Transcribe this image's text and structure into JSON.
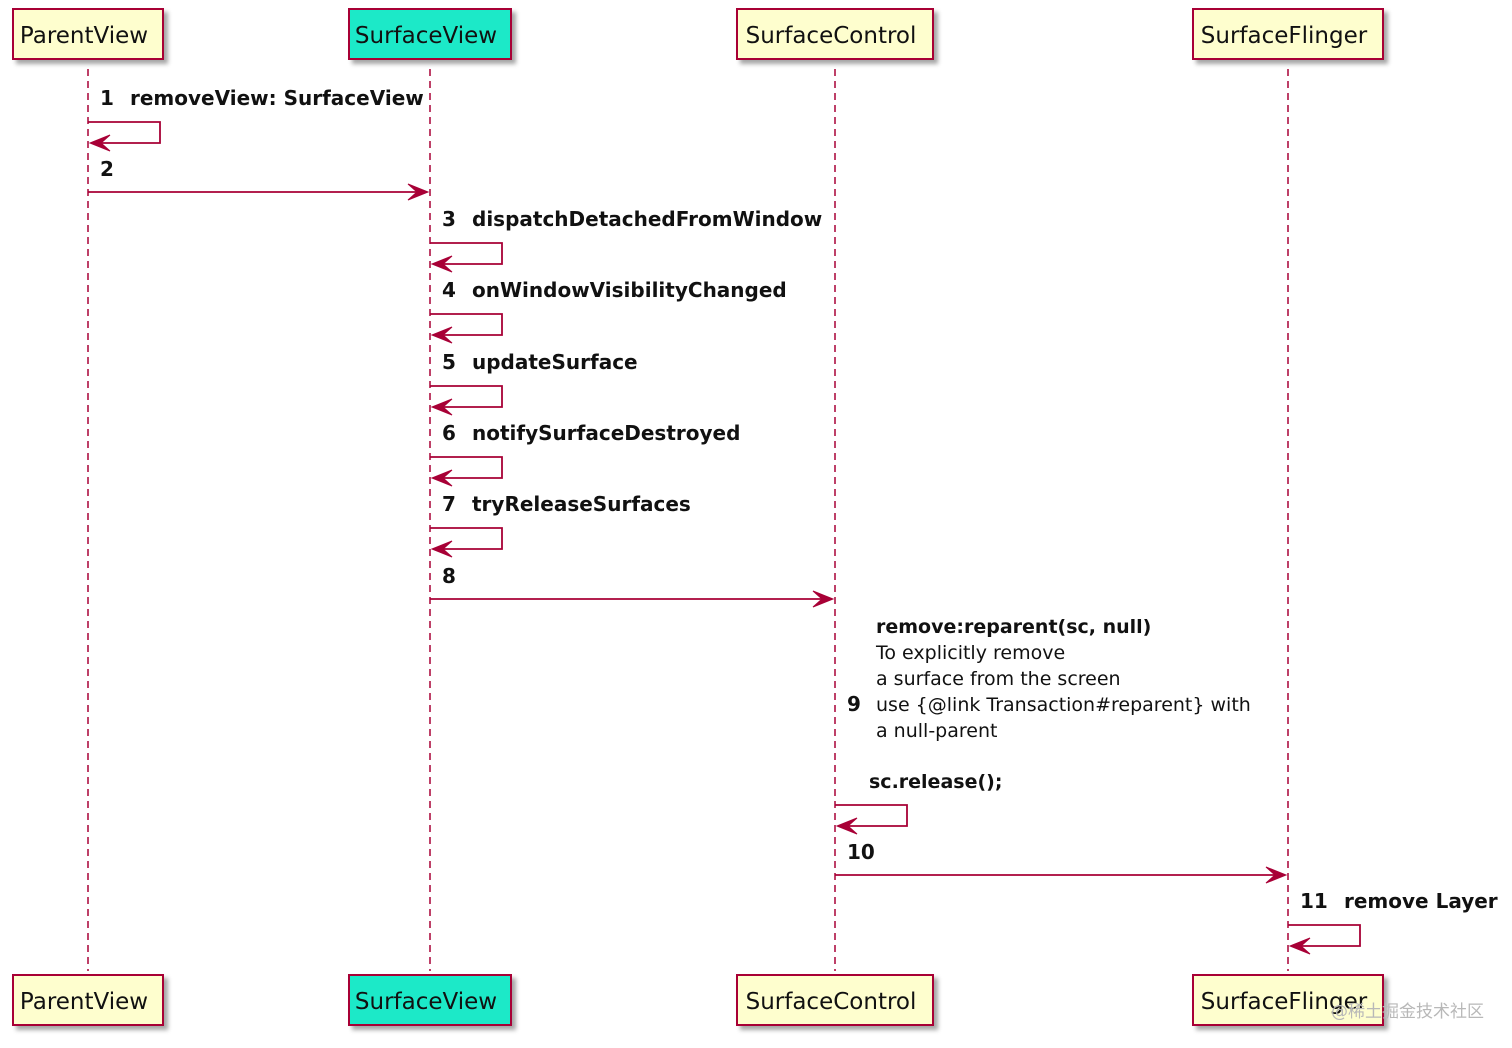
{
  "colors": {
    "participant_fill": "#fefece",
    "participant_highlight_fill": "#1de9c8",
    "participant_border": "#a80036",
    "lifeline": "#a80036",
    "arrow": "#a80036",
    "text": "#111111"
  },
  "participants": [
    {
      "id": "parentview",
      "label": "ParentView",
      "highlight": false
    },
    {
      "id": "surfaceview",
      "label": "SurfaceView",
      "highlight": true
    },
    {
      "id": "surfacecontrol",
      "label": "SurfaceControl",
      "highlight": false
    },
    {
      "id": "surfaceflinger",
      "label": "SurfaceFlinger",
      "highlight": false
    }
  ],
  "messages": [
    {
      "num": "1",
      "from": "parentview",
      "to": "parentview",
      "lines": [
        "removeView: SurfaceView"
      ],
      "bold": [
        true
      ]
    },
    {
      "num": "2",
      "from": "parentview",
      "to": "surfaceview",
      "lines": [],
      "bold": []
    },
    {
      "num": "3",
      "from": "surfaceview",
      "to": "surfaceview",
      "lines": [
        "dispatchDetachedFromWindow"
      ],
      "bold": [
        true
      ]
    },
    {
      "num": "4",
      "from": "surfaceview",
      "to": "surfaceview",
      "lines": [
        "onWindowVisibilityChanged"
      ],
      "bold": [
        true
      ]
    },
    {
      "num": "5",
      "from": "surfaceview",
      "to": "surfaceview",
      "lines": [
        "updateSurface"
      ],
      "bold": [
        true
      ]
    },
    {
      "num": "6",
      "from": "surfaceview",
      "to": "surfaceview",
      "lines": [
        "notifySurfaceDestroyed"
      ],
      "bold": [
        true
      ]
    },
    {
      "num": "7",
      "from": "surfaceview",
      "to": "surfaceview",
      "lines": [
        "tryReleaseSurfaces"
      ],
      "bold": [
        true
      ]
    },
    {
      "num": "8",
      "from": "surfaceview",
      "to": "surfacecontrol",
      "lines": [],
      "bold": []
    },
    {
      "num": "9",
      "from": "surfacecontrol",
      "to": "surfacecontrol",
      "lines": [
        "remove:reparent(sc, null)",
        "To explicitly remove",
        "a surface from the screen",
        "use {@link Transaction#reparent} with",
        "a null-parent",
        "",
        "sc.release();"
      ],
      "bold": [
        true,
        false,
        false,
        false,
        false,
        false,
        true
      ]
    },
    {
      "num": "10",
      "from": "surfacecontrol",
      "to": "surfaceflinger",
      "lines": [],
      "bold": []
    },
    {
      "num": "11",
      "from": "surfaceflinger",
      "to": "surfaceflinger",
      "lines": [
        "remove Layer"
      ],
      "bold": [
        true
      ]
    }
  ],
  "watermark": "@稀土掘金技术社区"
}
